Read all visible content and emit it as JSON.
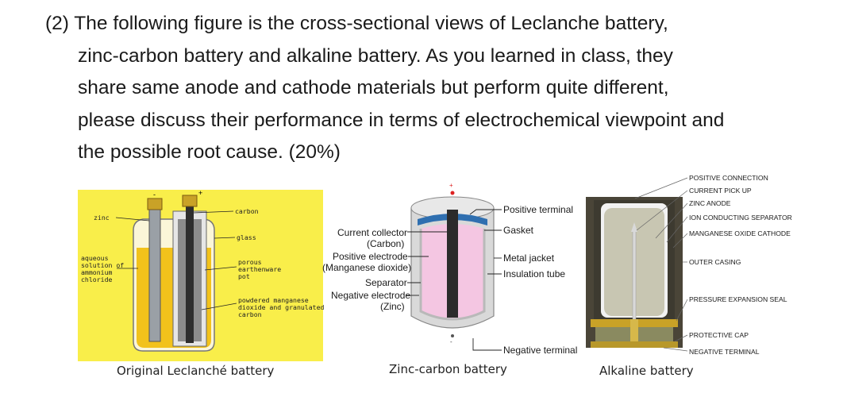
{
  "question": {
    "lines": [
      "(2) The following figure is the cross-sectional views of Leclanche battery,",
      "zinc-carbon battery and alkaline battery. As you learned in class, they",
      "share same anode and cathode materials but perform quite different,",
      "please discuss their performance in terms of electrochemical viewpoint and",
      "the possible root cause. (20%)"
    ]
  },
  "figures": {
    "leclanche": {
      "caption": "Original Leclanché battery",
      "labels": {
        "zinc": "zinc",
        "carbon": "carbon",
        "glass": "glass",
        "aqueous_1": "aqueous",
        "aqueous_2": "solution of",
        "aqueous_3": "ammonium",
        "aqueous_4": "chloride",
        "porous_1": "porous",
        "porous_2": "earthenware",
        "porous_3": "pot",
        "powdered_1": "powdered manganese",
        "powdered_2": "dioxide and granulated",
        "powdered_3": "carbon",
        "minus": "-",
        "plus": "+"
      }
    },
    "zinc_carbon": {
      "caption": "Zinc-carbon battery",
      "labels": {
        "current_collector_1": "Current collector",
        "current_collector_2": "(Carbon)",
        "positive_electrode_1": "Positive electrode",
        "positive_electrode_2": "(Manganese dioxide)",
        "separator": "Separator",
        "negative_electrode_1": "Negative electrode",
        "negative_electrode_2": "(Zinc)",
        "positive_terminal": "Positive terminal",
        "gasket": "Gasket",
        "metal_jacket": "Metal jacket",
        "insulation_tube": "Insulation tube",
        "negative_terminal": "Negative terminal",
        "plus": "+",
        "minus": "-"
      }
    },
    "alkaline": {
      "caption": "Alkaline battery",
      "labels": {
        "positive_connection": "POSITIVE CONNECTION",
        "current_pick_up": "CURRENT PICK UP",
        "zinc_anode": "ZINC ANODE",
        "ion_separator": "ION CONDUCTING SEPARATOR",
        "manganese_cathode": "MANGANESE OXIDE CATHODE",
        "outer_casing": "OUTER CASING",
        "pressure_seal": "PRESSURE EXPANSION SEAL",
        "protective_cap": "PROTECTIVE CAP",
        "negative_terminal": "NEGATIVE TERMINAL"
      }
    }
  },
  "colors": {
    "leclanche_bg": "#f9ee4a",
    "electrolyte": "#f2c21b",
    "pink_cathode": "#f4c6e2",
    "alkaline_casing": "#4a4538",
    "gold": "#c9a227"
  }
}
